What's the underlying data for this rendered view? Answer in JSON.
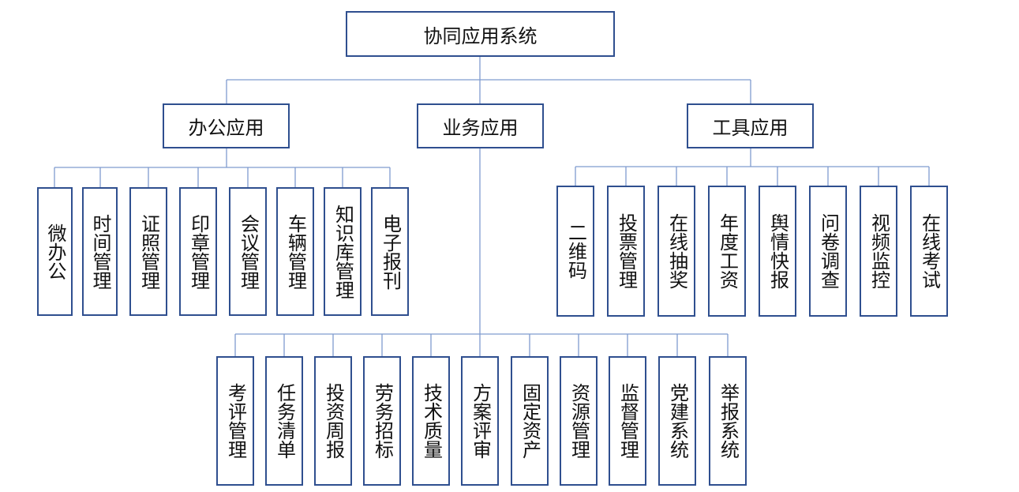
{
  "root": "协同应用系统",
  "categories": [
    {
      "label": "办公应用",
      "children": [
        "微办公",
        "时间管理",
        "证照管理",
        "印章管理",
        "会议管理",
        "车辆管理",
        "知识库管理",
        "电子报刊"
      ]
    },
    {
      "label": "业务应用",
      "children": [
        "考评管理",
        "任务清单",
        "投资周报",
        "劳务招标",
        "技术质量",
        "方案评审",
        "固定资产",
        "资源管理",
        "监督管理",
        "党建系统",
        "举报系统"
      ]
    },
    {
      "label": "工具应用",
      "children": [
        "二维码",
        "投票管理",
        "在线抽奖",
        "年度工资",
        "舆情快报",
        "问卷调查",
        "视频监控",
        "在线考试"
      ]
    }
  ],
  "colors": {
    "border": "#2f4f8f",
    "line": "#7f9ccf"
  }
}
